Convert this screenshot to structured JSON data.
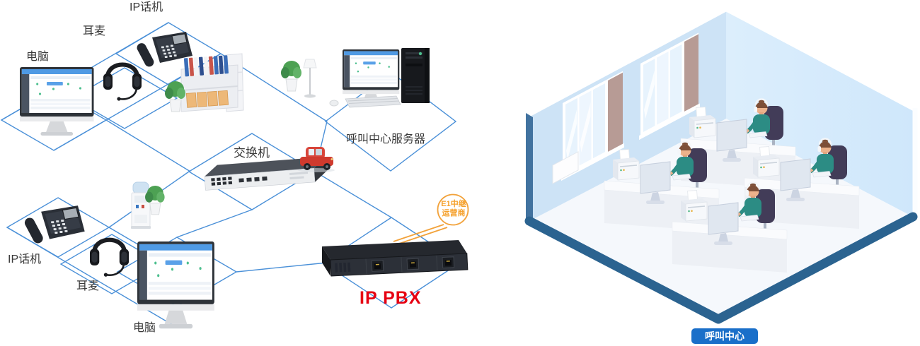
{
  "labels": {
    "ip_phone_top": "IP话机",
    "headset_top": "耳麦",
    "computer_top": "电脑",
    "switch": "交换机",
    "server": "呼叫中心服务器",
    "ip_phone_bottom": "IP话机",
    "headset_bottom": "耳麦",
    "computer_bottom": "电脑",
    "pbx": "IP PBX"
  },
  "e1": {
    "line1": "E1中继",
    "line2": "运营商"
  },
  "room": {
    "badge": "呼叫中心",
    "agents": 4,
    "workstations": 4
  },
  "colors": {
    "diagram_line": "#4a90d8",
    "pbx_label": "#e60012",
    "e1_orange": "#f5a02a",
    "badge_bg": "#1a6fc9",
    "wall_left": "#cde3f6",
    "wall_right": "#d9ecfc",
    "floor_border": "#2b6390",
    "agent_shirt": "#2c8c84",
    "chair": "#423c58",
    "label_text": "#3a3a3a"
  }
}
